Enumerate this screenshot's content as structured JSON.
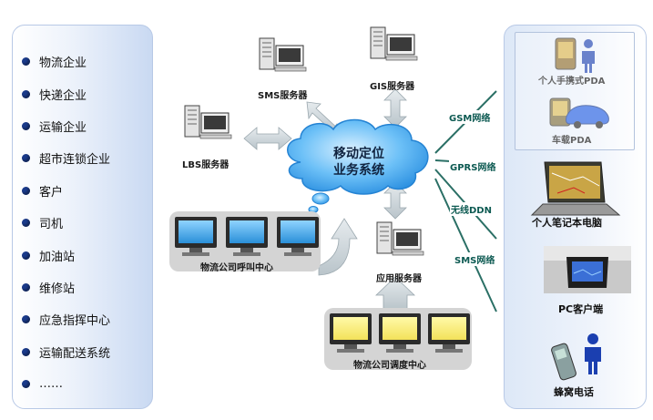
{
  "left_panel": {
    "items": [
      "物流企业",
      "快递企业",
      "运输企业",
      "超市连锁企业",
      "客户",
      "司机",
      "加油站",
      "维修站",
      "应急指挥中心",
      "运输配送系统",
      "……"
    ]
  },
  "center": {
    "cloud_line1": "移动定位",
    "cloud_line2": "业务系统",
    "sms_server": "SMS服务器",
    "gis_server": "GIS服务器",
    "lbs_server": "LBS服务器",
    "app_server": "应用服务器",
    "call_center": "物流公司呼叫中心",
    "dispatch_center": "物流公司调度中心"
  },
  "networks": {
    "gsm": "GSM网络",
    "gprs": "GPRS网络",
    "wireless": "无线DDN",
    "sms": "SMS网络"
  },
  "right_panel": {
    "pda": "个人手携式PDA",
    "car_pda": "车载PDA",
    "laptop": "个人笔记本电脑",
    "pc_client": "PC客户端",
    "phone": "蜂窝电话"
  },
  "colors": {
    "cloud": "#3fa6f0",
    "arrow": "#c9d3d8",
    "network_line": "#2a6f65",
    "bullet": "#1a3a8a"
  }
}
